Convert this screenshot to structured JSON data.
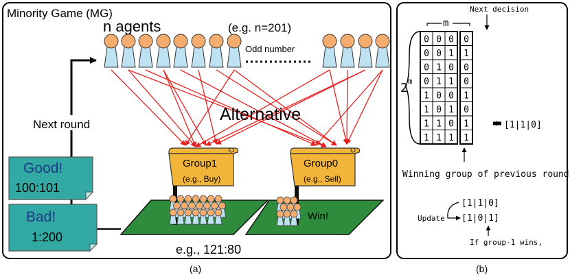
{
  "panel_a": {
    "title": "Minority Game (MG)",
    "agents_label": "n agents",
    "example_n": "(e.g. n=201)",
    "odd_label": "Odd number",
    "alternative_label": "Alternative",
    "next_round_label": "Next round",
    "good_note": {
      "title": "Good!",
      "ratio": "100:101"
    },
    "bad_note": {
      "title": "Bad!",
      "ratio": "1:200"
    },
    "group1": {
      "title": "Group1",
      "example": "(e.g., Buy)"
    },
    "group0": {
      "title": "Group0",
      "example": "(e.g., Sell)"
    },
    "win_label": "Win!",
    "example_split": "e.g., 121:80",
    "caption": "(a)"
  },
  "panel_b": {
    "next_decision_label": "Next decision",
    "m_label": "m",
    "rows_label_base": "2",
    "rows_label_exp": "m",
    "strategy_rows": [
      [
        "0",
        "0",
        "0",
        "0"
      ],
      [
        "0",
        "0",
        "1",
        "1"
      ],
      [
        "0",
        "1",
        "0",
        "0"
      ],
      [
        "0",
        "1",
        "1",
        "0"
      ],
      [
        "1",
        "0",
        "0",
        "1"
      ],
      [
        "1",
        "0",
        "1",
        "0"
      ],
      [
        "1",
        "1",
        "0",
        "1"
      ],
      [
        "1",
        "1",
        "1",
        "1"
      ]
    ],
    "pointer_label": "[1|1|0]",
    "winning_group_label": "Winning group of previous round",
    "update_before": "[1|1|0]",
    "update_label": "Update",
    "update_after": "[1|0|1]",
    "if_wins_label": "If group-1 wins,",
    "caption": "(b)"
  },
  "colors": {
    "agent_head": "#f4ad6e",
    "agent_body": "#bfe2f3",
    "arrow_red": "#e52222",
    "flag": "#f2b53a",
    "field": "#2f8c3c",
    "note": "#32a9a3",
    "note_text": "#1b3a8a"
  }
}
